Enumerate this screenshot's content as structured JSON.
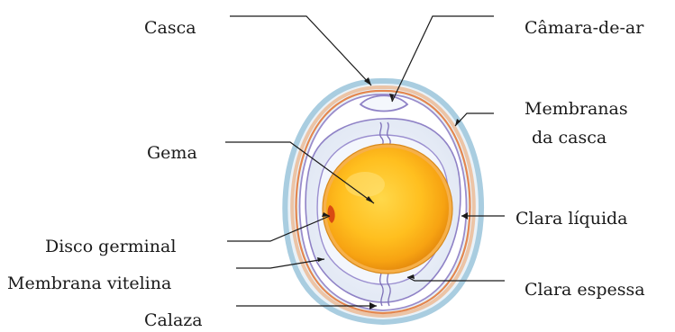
{
  "labels": {
    "casca": "Casca",
    "camara": "Câmara-de-ar",
    "membranas_1": "Membranas",
    "membranas_2": "da casca",
    "gema": "Gema",
    "clara_liquida": "Clara líquida",
    "disco_germinal": "Disco germinal",
    "membrana_vitelina": "Membrana vitelina",
    "clara_espessa": "Clara espessa",
    "calaza": "Calaza"
  },
  "colors": {
    "shell_outer": "#a7cfe2",
    "shell_inner": "#6fa9c9",
    "membrane_orange": "#e88a5a",
    "membrane_purple": "#8f82c6",
    "albumen": "#e9eef8",
    "yolk_outer": "#f39a10",
    "yolk_inner": "#ffcc33",
    "germinal_disc": "#d94a12",
    "leader": "#1a1a1a"
  }
}
